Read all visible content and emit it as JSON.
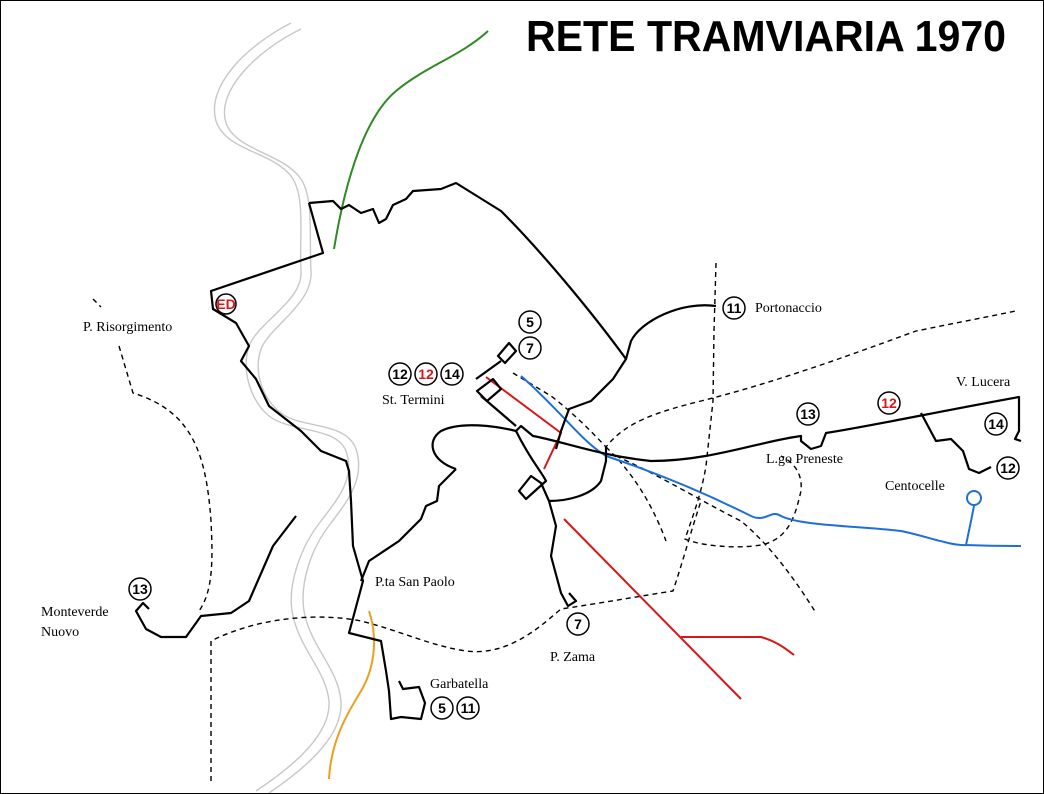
{
  "title": "RETE TRAMVIARIA 1970",
  "colors": {
    "tram_line": "#000000",
    "green_line": "#2e8b22",
    "red_line": "#d81818",
    "blue_line": "#1f6fd8",
    "orange_line": "#e8a020",
    "river": "#c8c8c8"
  },
  "places": {
    "risorgimento": "P. Risorgimento",
    "termini": "St. Termini",
    "portonaccio": "Portonaccio",
    "lucera": "V. Lucera",
    "preneste": "L.go Preneste",
    "centocelle": "Centocelle",
    "san_paolo": "P.ta San Paolo",
    "monteverde_1": "Monteverde",
    "monteverde_2": "Nuovo",
    "garbatella": "Garbatella",
    "zama": "P. Zama"
  },
  "badges": {
    "ed": "ED",
    "termini_top_a": "5",
    "termini_top_b": "7",
    "termini_a": "12",
    "termini_b": "12",
    "termini_c": "14",
    "portonaccio": "11",
    "preneste": "13",
    "lucera_mid": "12",
    "lucera": "14",
    "lucera_low": "12",
    "monteverde": "13",
    "zama": "7",
    "garbatella_a": "5",
    "garbatella_b": "11"
  }
}
